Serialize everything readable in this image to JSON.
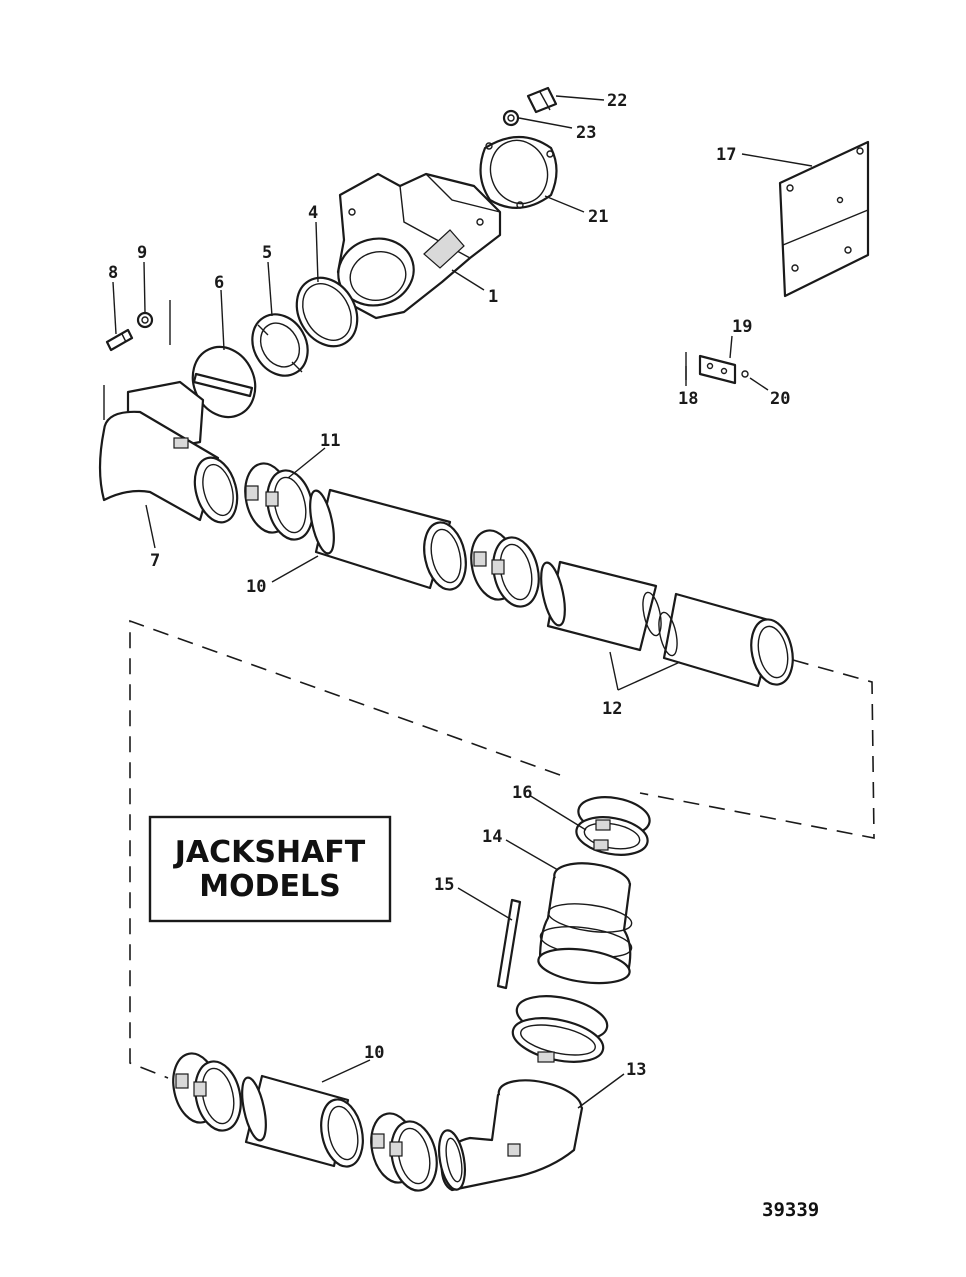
{
  "title": {
    "line1": "JACKSHAFT",
    "line2": "MODELS"
  },
  "figure_number": "39339",
  "callouts": {
    "c1": "1",
    "c4": "4",
    "c5": "5",
    "c6": "6",
    "c7": "7",
    "c8": "8",
    "c9": "9",
    "c10a": "10",
    "c10b": "10",
    "c11": "11",
    "c12": "12",
    "c13": "13",
    "c14": "14",
    "c15": "15",
    "c16": "16",
    "c17": "17",
    "c18": "18",
    "c19": "19",
    "c20": "20",
    "c21": "21",
    "c22": "22",
    "c23": "23"
  }
}
